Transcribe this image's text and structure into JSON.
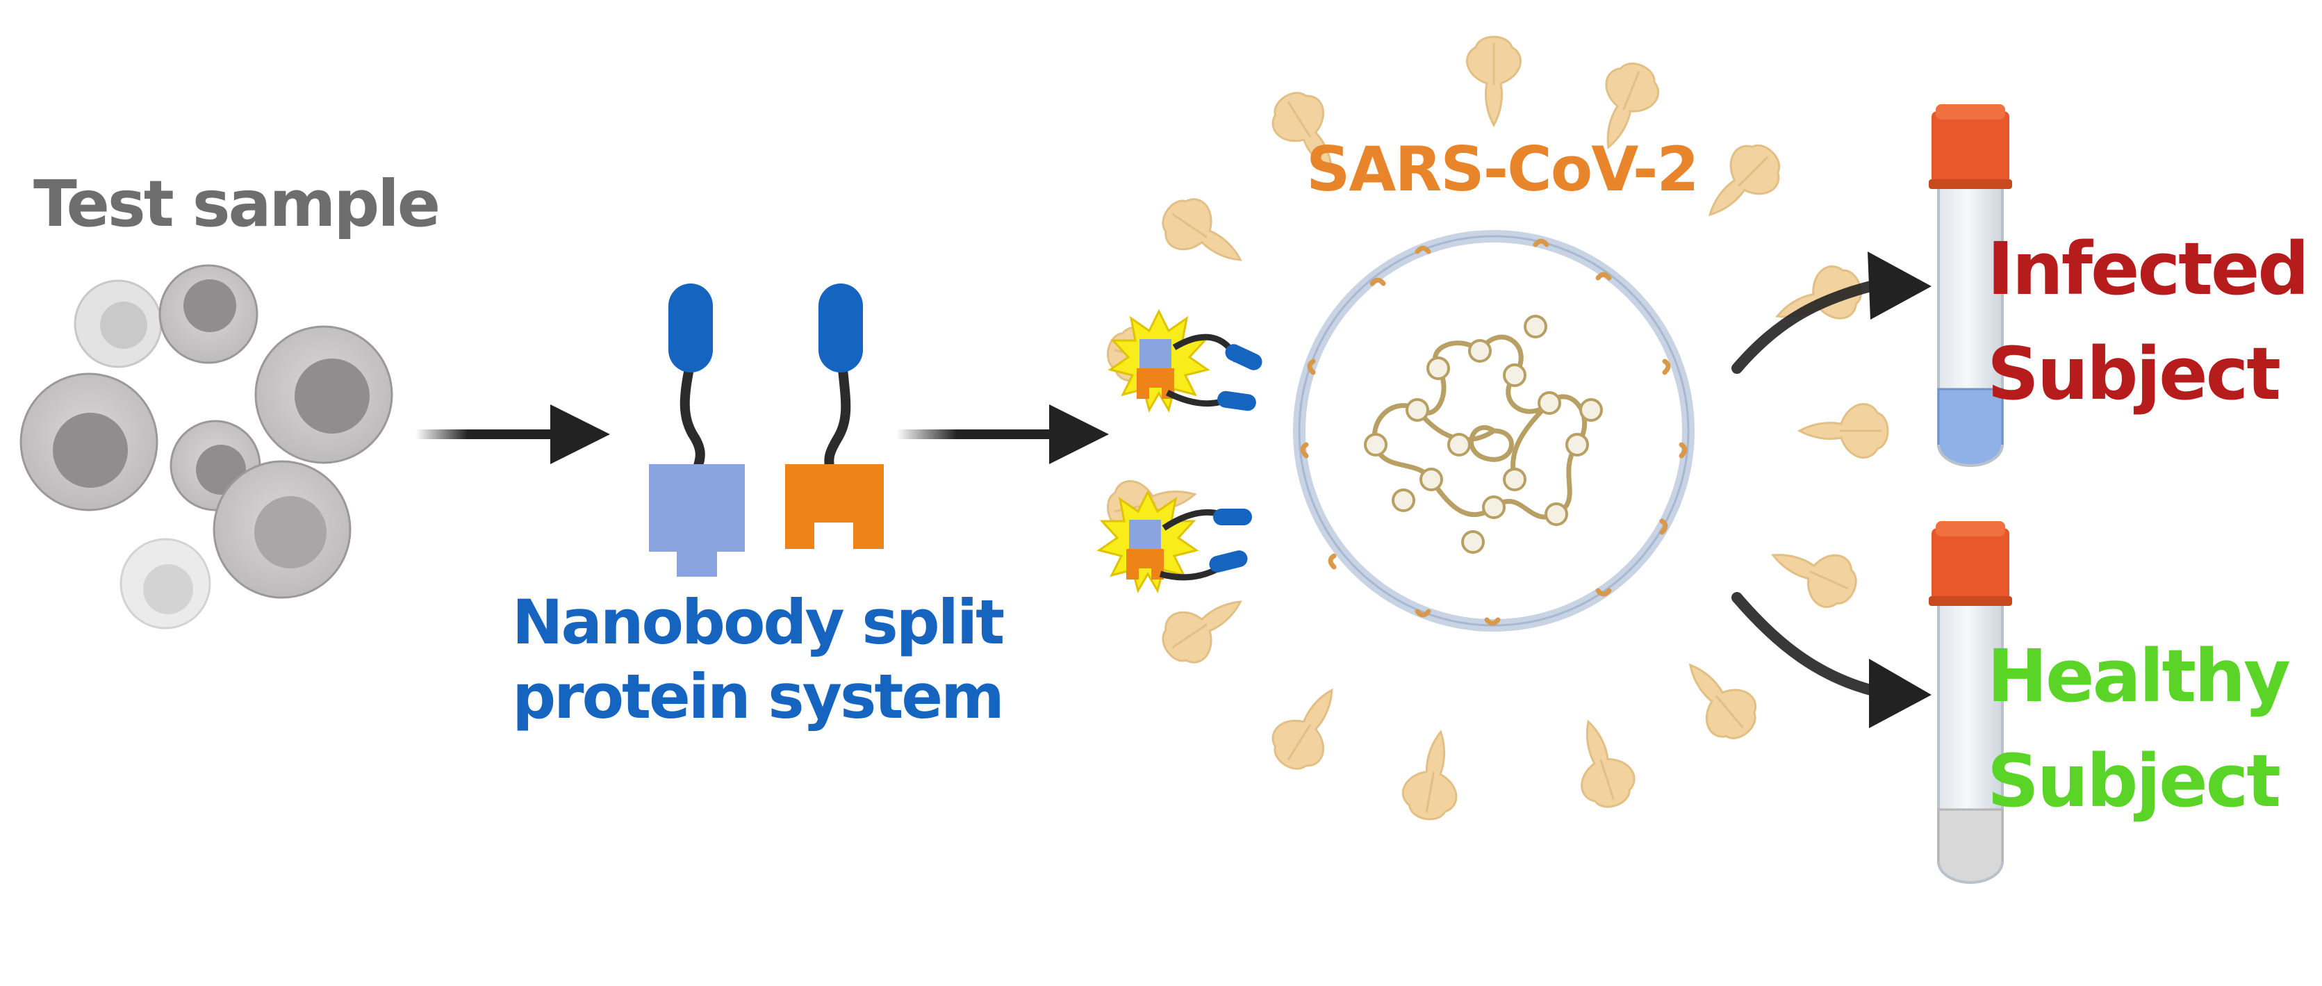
{
  "labels": {
    "test_sample": "Test sample",
    "nanobody_line1": "Nanobody split",
    "nanobody_line2": "protein system",
    "virus": "SARS-CoV-2",
    "infected_line1": "Infected",
    "infected_line2": "Subject",
    "healthy_line1": "Healthy",
    "healthy_line2": "Subject"
  },
  "colors": {
    "test_sample": "#6e6e6e",
    "nanobody": "#1565c0",
    "virus": "#e8842a",
    "infected": "#b71c1c",
    "healthy": "#5ad427",
    "arrow": "#222222",
    "piece_blue": "#8aa4e0",
    "piece_orange": "#ee8418",
    "spike": "#f2d3a0",
    "rna": "#b8a064",
    "tube_cap": "#e8582a",
    "liquid_infected": "#8fb1e6",
    "liquid_healthy": "#d8d8d8"
  }
}
